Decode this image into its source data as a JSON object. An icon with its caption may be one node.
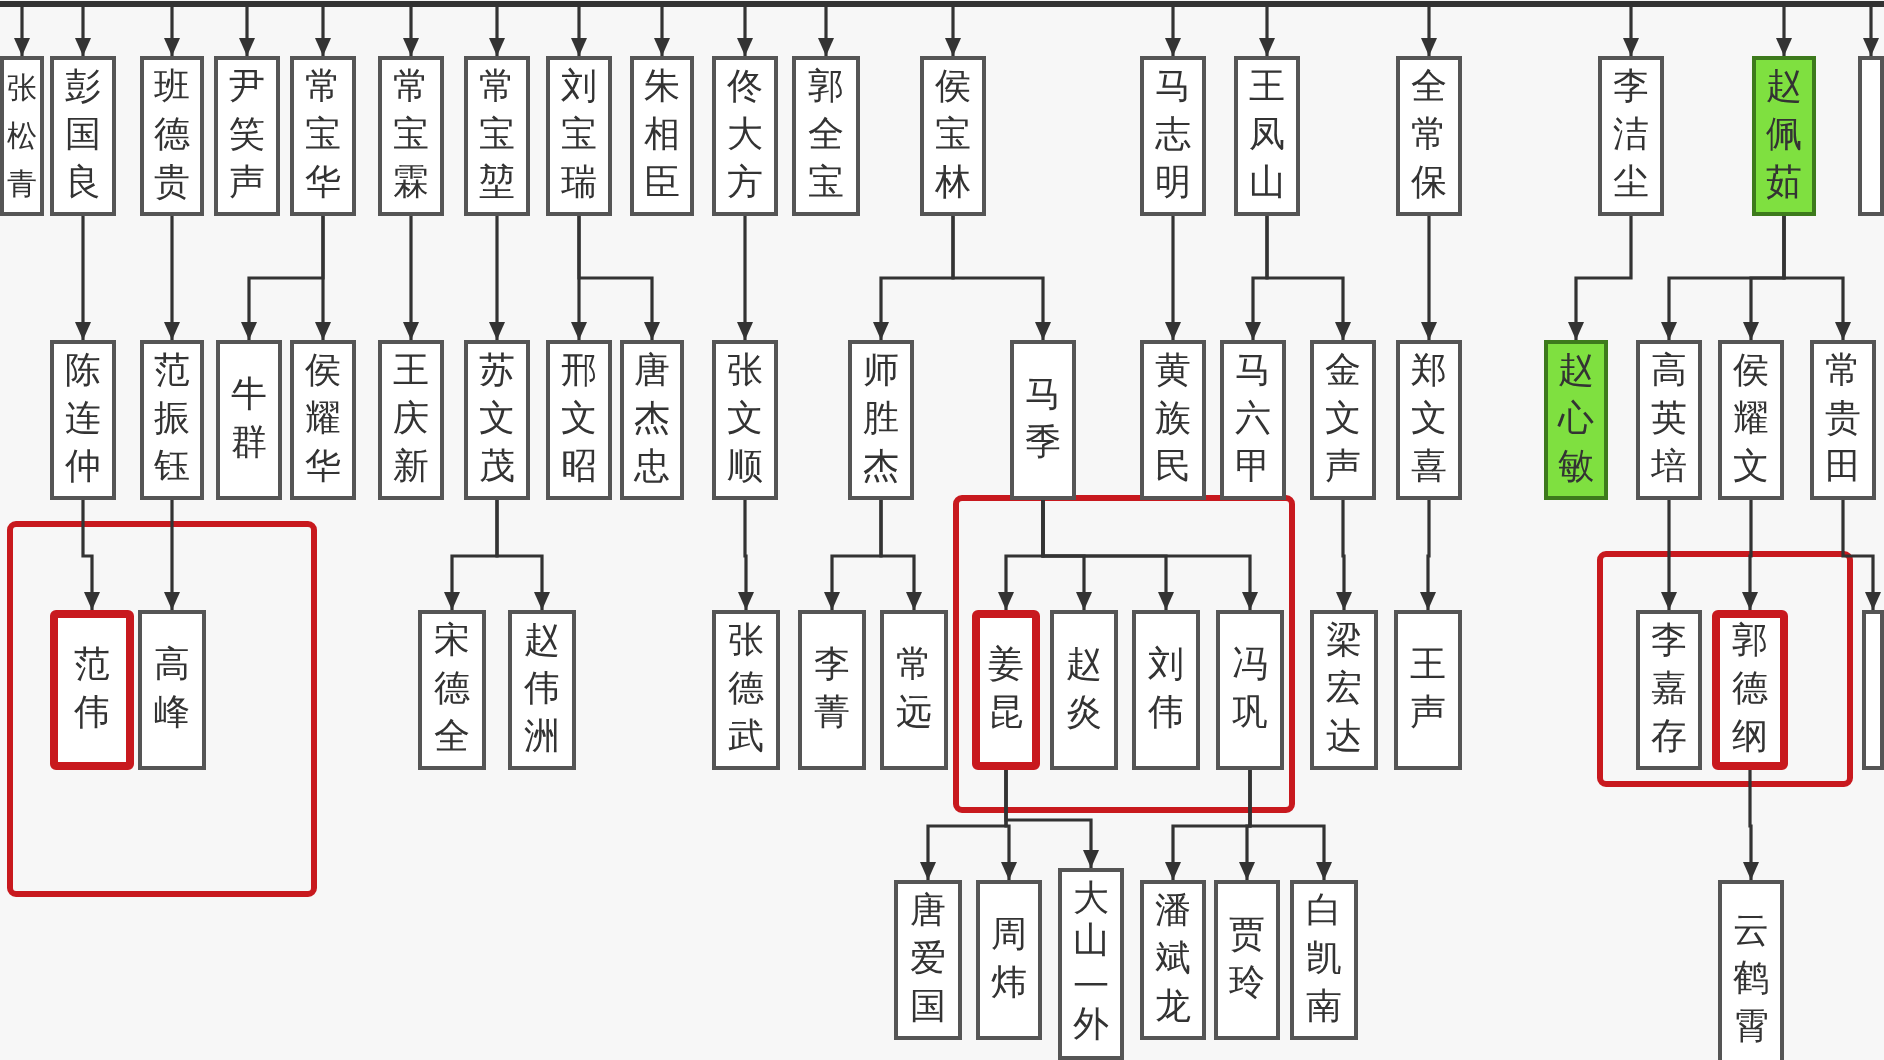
{
  "diagram": {
    "nodes": [
      {
        "text": [
          "张松青"
        ]
      },
      {
        "text": [
          "彭国良"
        ]
      },
      {
        "text": [
          "班德贵"
        ]
      },
      {
        "text": [
          "尹笑声"
        ]
      },
      {
        "text": [
          "常宝华"
        ]
      },
      {
        "text": [
          "常宝霖"
        ]
      },
      {
        "text": [
          "常宝堃"
        ]
      },
      {
        "text": [
          "刘宝瑞"
        ]
      },
      {
        "text": [
          "朱相臣"
        ]
      },
      {
        "text": [
          "佟大方"
        ]
      },
      {
        "text": [
          "郭全宝"
        ]
      },
      {
        "text": [
          "侯宝林"
        ]
      },
      {
        "text": [
          "马志明"
        ]
      },
      {
        "text": [
          "王凤山"
        ]
      },
      {
        "text": [
          "全常保"
        ]
      },
      {
        "text": [
          "李洁尘"
        ]
      },
      {
        "text": [
          "赵佩茹"
        ]
      },
      {
        "text": [],
        "shape": "box"
      },
      {
        "text": [
          "陈连仲"
        ]
      },
      {
        "text": [
          "范振钰"
        ]
      },
      {
        "text": [
          "牛群"
        ]
      },
      {
        "text": [
          "侯耀华"
        ]
      },
      {
        "text": [
          "王庆新"
        ]
      },
      {
        "text": [
          "苏文茂"
        ]
      },
      {
        "text": [
          "邢文昭"
        ]
      },
      {
        "text": [
          "唐杰忠"
        ]
      },
      {
        "text": [
          "张文顺"
        ]
      },
      {
        "text": [
          "师胜杰"
        ]
      },
      {
        "text": [
          "马季"
        ]
      },
      {
        "text": [
          "黄族民"
        ]
      },
      {
        "text": [
          "马六甲"
        ]
      },
      {
        "text": [
          "金文声"
        ]
      },
      {
        "text": [
          "郑文喜"
        ]
      },
      {
        "text": [
          "赵心敏"
        ]
      },
      {
        "text": [
          "高英培"
        ]
      },
      {
        "text": [
          "侯耀文"
        ]
      },
      {
        "text": [
          "常贵田"
        ]
      },
      {
        "text": [
          "范伟"
        ]
      },
      {
        "text": [
          "高峰"
        ]
      },
      {
        "text": [
          "宋德全"
        ]
      },
      {
        "text": [
          "赵伟洲"
        ]
      },
      {
        "text": [
          "张德武"
        ]
      },
      {
        "text": [
          "李菁"
        ]
      },
      {
        "text": [
          "常远"
        ]
      },
      {
        "text": [
          "姜昆"
        ]
      },
      {
        "text": [
          "赵炎"
        ]
      },
      {
        "text": [
          "刘伟"
        ]
      },
      {
        "text": [
          "冯巩"
        ]
      },
      {
        "text": [
          "梁宏达"
        ]
      },
      {
        "text": [
          "王声"
        ]
      },
      {
        "text": [
          "李嘉存"
        ]
      },
      {
        "text": [
          "郭德纲"
        ]
      },
      {
        "text": [],
        "shape": "box"
      },
      {
        "text": [
          "唐爱国"
        ]
      },
      {
        "text": [
          "周炜"
        ]
      },
      {
        "text": [
          "大山—外"
        ]
      },
      {
        "text": [
          "潘斌龙"
        ]
      },
      {
        "text": [
          "贾玲"
        ]
      },
      {
        "text": [
          "白凯南"
        ]
      },
      {
        "text": [
          "云鹤霄"
        ]
      }
    ],
    "edges": [
      {
        "from": null,
        "to": 0,
        "arrow": "to"
      },
      {
        "from": null,
        "to": 1,
        "arrow": "to"
      },
      {
        "from": null,
        "to": 2,
        "arrow": "to"
      },
      {
        "from": null,
        "to": 3,
        "arrow": "to"
      },
      {
        "from": null,
        "to": 4,
        "arrow": "to"
      },
      {
        "from": null,
        "to": 5,
        "arrow": "to"
      },
      {
        "from": null,
        "to": 6,
        "arrow": "to"
      },
      {
        "from": null,
        "to": 7,
        "arrow": "to"
      },
      {
        "from": null,
        "to": 8,
        "arrow": "to"
      },
      {
        "from": null,
        "to": 9,
        "arrow": "to"
      },
      {
        "from": null,
        "to": 10,
        "arrow": "to"
      },
      {
        "from": null,
        "to": 11,
        "arrow": "to"
      },
      {
        "from": null,
        "to": 12,
        "arrow": "to"
      },
      {
        "from": null,
        "to": 13,
        "arrow": "to"
      },
      {
        "from": null,
        "to": 14,
        "arrow": "to"
      },
      {
        "from": null,
        "to": 15,
        "arrow": "to"
      },
      {
        "from": null,
        "to": 16,
        "arrow": "to"
      },
      {
        "from": null,
        "to": 17,
        "arrow": "to"
      },
      {
        "from": 1,
        "to": 18,
        "arrow": "to"
      },
      {
        "from": 2,
        "to": 19,
        "arrow": "to"
      },
      {
        "from": 4,
        "to": 20,
        "arrow": "to"
      },
      {
        "from": 4,
        "to": 21,
        "arrow": "to"
      },
      {
        "from": 5,
        "to": 22,
        "arrow": "to"
      },
      {
        "from": 6,
        "to": 23,
        "arrow": "to"
      },
      {
        "from": 7,
        "to": 24,
        "arrow": "to"
      },
      {
        "from": 7,
        "to": 25,
        "arrow": "to"
      },
      {
        "from": 9,
        "to": 26,
        "arrow": "to"
      },
      {
        "from": 11,
        "to": 27,
        "arrow": "to"
      },
      {
        "from": 11,
        "to": 28,
        "arrow": "to"
      },
      {
        "from": 12,
        "to": 29,
        "arrow": "to"
      },
      {
        "from": 13,
        "to": 30,
        "arrow": "to"
      },
      {
        "from": 13,
        "to": 31,
        "arrow": "to"
      },
      {
        "from": 14,
        "to": 32,
        "arrow": "to"
      },
      {
        "from": 15,
        "to": 33,
        "arrow": "to"
      },
      {
        "from": 16,
        "to": 34,
        "arrow": "to"
      },
      {
        "from": 16,
        "to": 35,
        "arrow": "to"
      },
      {
        "from": 16,
        "to": 36,
        "arrow": "to"
      },
      {
        "from": 18,
        "to": 37,
        "arrow": "to"
      },
      {
        "from": 19,
        "to": 38,
        "arrow": "to"
      },
      {
        "from": 23,
        "to": 39,
        "arrow": "to"
      },
      {
        "from": 23,
        "to": 40,
        "arrow": "to"
      },
      {
        "from": 26,
        "to": 41,
        "arrow": "to"
      },
      {
        "from": 27,
        "to": 42,
        "arrow": "to"
      },
      {
        "from": 27,
        "to": 43,
        "arrow": "to"
      },
      {
        "from": 28,
        "to": 44,
        "arrow": "to"
      },
      {
        "from": 28,
        "to": 45,
        "arrow": "to"
      },
      {
        "from": 28,
        "to": 46,
        "arrow": "to"
      },
      {
        "from": 28,
        "to": 47,
        "arrow": "to"
      },
      {
        "from": 31,
        "to": 48,
        "arrow": "to"
      },
      {
        "from": 32,
        "to": 49,
        "arrow": "to"
      },
      {
        "from": 34,
        "to": 50,
        "arrow": "to"
      },
      {
        "from": 35,
        "to": 51,
        "arrow": "to"
      },
      {
        "from": 36,
        "to": 52,
        "arrow": "to"
      },
      {
        "from": 44,
        "to": 53,
        "arrow": "to"
      },
      {
        "from": 44,
        "to": 54,
        "arrow": "to"
      },
      {
        "from": 44,
        "to": 55,
        "arrow": "to"
      },
      {
        "from": 47,
        "to": 56,
        "arrow": "to"
      },
      {
        "from": 47,
        "to": 57,
        "arrow": "to"
      },
      {
        "from": 47,
        "to": 58,
        "arrow": "to"
      },
      {
        "from": 51,
        "to": 59,
        "arrow": "to"
      }
    ]
  }
}
